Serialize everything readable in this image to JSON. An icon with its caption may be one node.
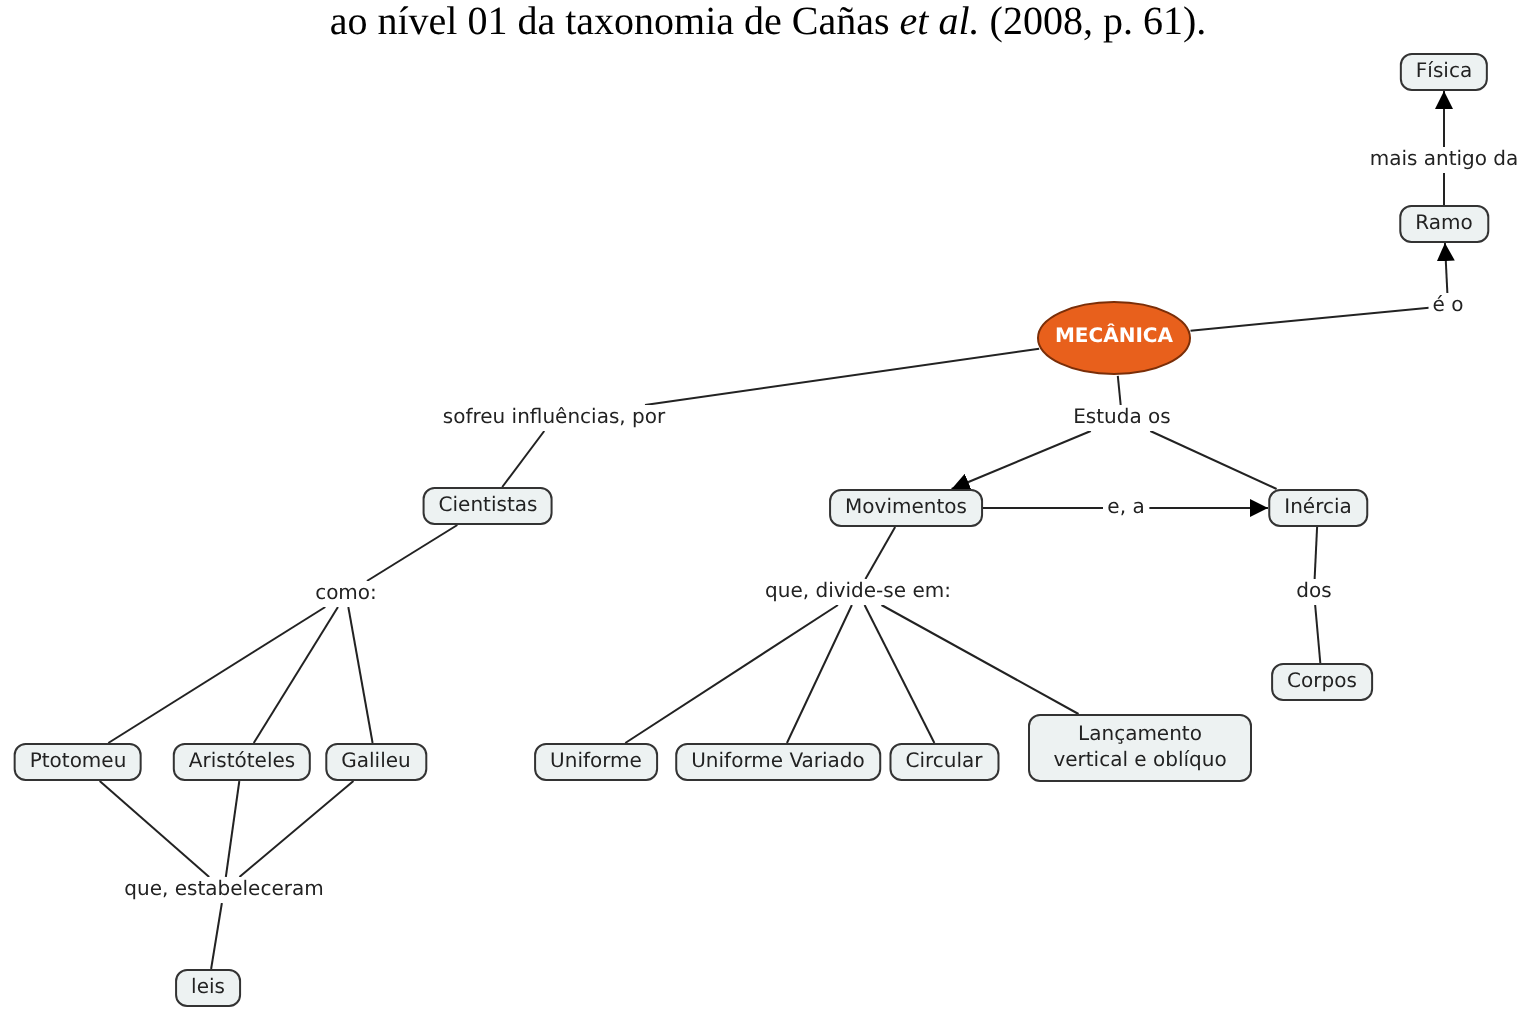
{
  "diagram": {
    "title": "ao nível 01 da taxonomia de Cañas *et al.* (2008, p. 61).",
    "nodes": [
      {
        "text": [
          "Física"
        ]
      },
      {
        "text": [
          "mais antigo da"
        ]
      },
      {
        "text": [
          "Ramo"
        ]
      },
      {
        "text": [
          "é o"
        ]
      },
      {
        "text": [
          "MECÂNICA"
        ]
      },
      {
        "text": [
          "sofreu influências, por"
        ]
      },
      {
        "text": [
          "Estuda os"
        ]
      },
      {
        "text": [
          "Cientistas"
        ]
      },
      {
        "text": [
          "Movimentos"
        ]
      },
      {
        "text": [
          "e, a"
        ]
      },
      {
        "text": [
          "Inércia"
        ]
      },
      {
        "text": [
          "como:"
        ]
      },
      {
        "text": [
          "que, divide-se em:"
        ]
      },
      {
        "text": [
          "dos"
        ]
      },
      {
        "text": [
          "Corpos"
        ]
      },
      {
        "text": [
          "Ptotomeu"
        ]
      },
      {
        "text": [
          "Aristóteles"
        ]
      },
      {
        "text": [
          "Galileu"
        ]
      },
      {
        "text": [
          "Uniforme"
        ]
      },
      {
        "text": [
          "Uniforme Variado"
        ]
      },
      {
        "text": [
          "Circular"
        ]
      },
      {
        "text": [
          "Lançamento vertical e oblíquo"
        ]
      },
      {
        "text": [
          "que, estabeleceram"
        ]
      },
      {
        "text": [
          "leis"
        ]
      }
    ],
    "edges": [
      {
        "from": 2,
        "to": 1,
        "arrow": "none"
      },
      {
        "from": 1,
        "to": 0,
        "arrow": "to"
      },
      {
        "from": 4,
        "to": 3,
        "arrow": "none"
      },
      {
        "from": 3,
        "to": 2,
        "arrow": "to"
      },
      {
        "from": 4,
        "to": 5,
        "arrow": "none"
      },
      {
        "from": 5,
        "to": 7,
        "arrow": "none"
      },
      {
        "from": 4,
        "to": 6,
        "arrow": "none"
      },
      {
        "from": 6,
        "to": 8,
        "arrow": "to"
      },
      {
        "from": 6,
        "to": 10,
        "arrow": "none"
      },
      {
        "from": 8,
        "to": 9,
        "arrow": "none"
      },
      {
        "from": 9,
        "to": 10,
        "arrow": "to"
      },
      {
        "from": 10,
        "to": 13,
        "arrow": "none"
      },
      {
        "from": 13,
        "to": 14,
        "arrow": "none"
      },
      {
        "from": 7,
        "to": 11,
        "arrow": "none"
      },
      {
        "from": 11,
        "to": 15,
        "arrow": "none"
      },
      {
        "from": 11,
        "to": 16,
        "arrow": "none"
      },
      {
        "from": 11,
        "to": 17,
        "arrow": "none"
      },
      {
        "from": 8,
        "to": 12,
        "arrow": "none"
      },
      {
        "from": 12,
        "to": 18,
        "arrow": "none"
      },
      {
        "from": 12,
        "to": 19,
        "arrow": "none"
      },
      {
        "from": 12,
        "to": 20,
        "arrow": "none"
      },
      {
        "from": 12,
        "to": 21,
        "arrow": "none"
      },
      {
        "from": 15,
        "to": 22,
        "arrow": "none"
      },
      {
        "from": 16,
        "to": 22,
        "arrow": "none"
      },
      {
        "from": 17,
        "to": 22,
        "arrow": "none"
      },
      {
        "from": 22,
        "to": 23,
        "arrow": "none"
      }
    ]
  }
}
